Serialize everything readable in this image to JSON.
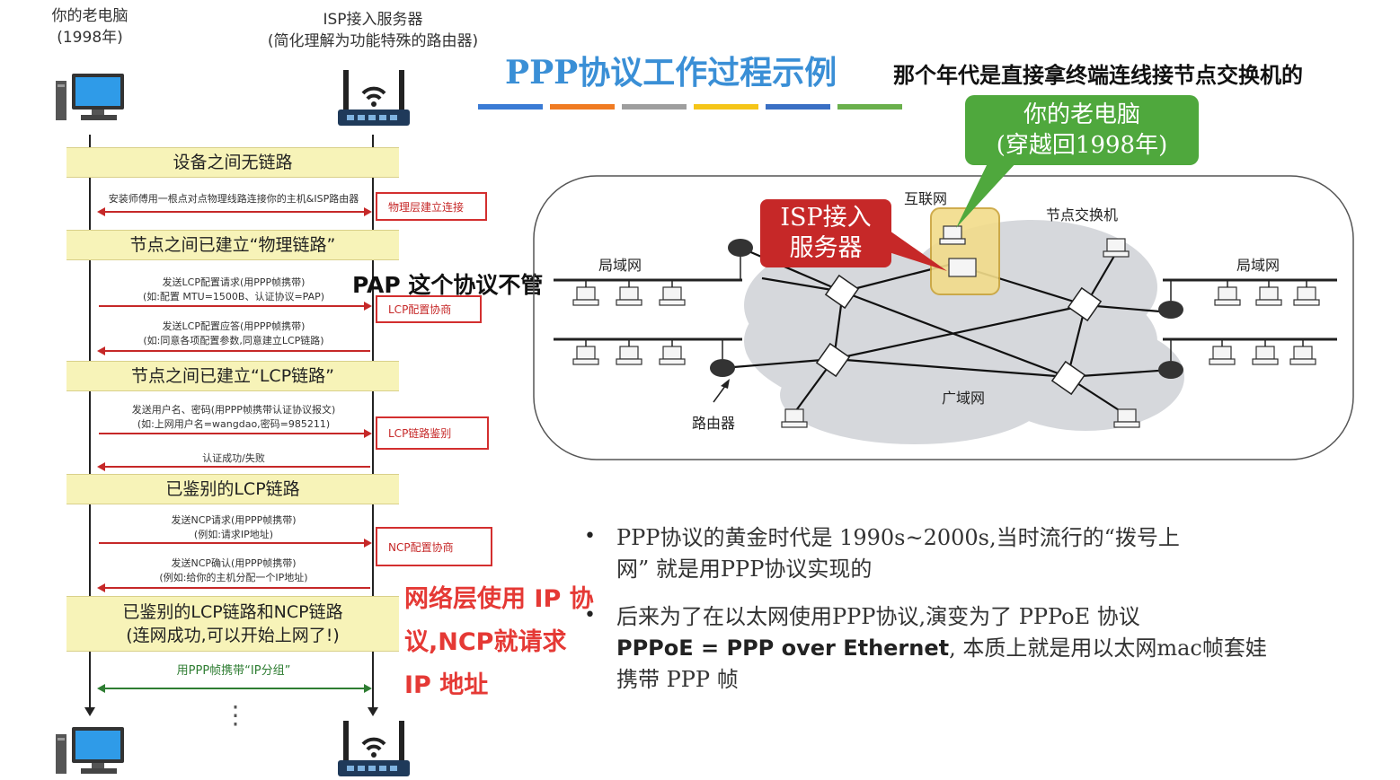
{
  "left_panel": {
    "old_pc_label": "你的老电脑",
    "old_pc_year": "(1998年)",
    "isp_label": "ISP接入服务器",
    "isp_note": "(简化理解为功能特殊的路由器)",
    "phase_no_link": "设备之间无链路",
    "msg_install": "安装师傅用一根点对点物理线路连接你的主机&ISP路由器",
    "tag_physical": "物理层建立连接",
    "phase_physical": "节点之间已建立“物理链路”",
    "msg_lcp_req_1": "发送LCP配置请求(用PPP帧携带)",
    "msg_lcp_req_2": "(如:配置 MTU=1500B、认证协议=PAP)",
    "tag_lcp_negotiation": "LCP配置协商",
    "msg_lcp_ack_1": "发送LCP配置应答(用PPP帧携带)",
    "msg_lcp_ack_2": "(如:同意各项配置参数,同意建立LCP链路)",
    "phase_lcp": "节点之间已建立“LCP链路”",
    "msg_auth_1": "发送用户名、密码(用PPP帧携带认证协议报文)",
    "msg_auth_2": "(如:上网用户名=wangdao,密码=985211)",
    "tag_lcp_auth": "LCP链路鉴别",
    "msg_auth_result": "认证成功/失败",
    "phase_authed": "已鉴别的LCP链路",
    "msg_ncp_req_1": "发送NCP请求(用PPP帧携带)",
    "msg_ncp_req_2": "(例如:请求IP地址)",
    "tag_ncp": "NCP配置协商",
    "msg_ncp_ack_1": "发送NCP确认(用PPP帧携带)",
    "msg_ncp_ack_2": "(例如:给你的主机分配一个IP地址)",
    "phase_final_1": "已鉴别的LCP链路和NCP链路",
    "phase_final_2": "(连网成功,可以开始上网了!)",
    "msg_ip": "用PPP帧携带“IP分组”",
    "ellipsis": "⋮"
  },
  "annotations": {
    "pap_note": "PAP 这个协议不管",
    "ncp_note_1": "网络层使用 IP 协",
    "ncp_note_2": "议,NCP就请求",
    "ncp_note_3": "IP 地址",
    "era_note": "那个年代是直接拿终端连线接节点交换机的"
  },
  "slide": {
    "title": "PPP协议工作过程示例",
    "accent_bar_colors": [
      "#3a7bd5",
      "#f07b22",
      "#9e9e9e",
      "#f5c518",
      "#3a6fc4",
      "#6ab04c"
    ],
    "callout_isp_1": "ISP接入",
    "callout_isp_2": "服务器",
    "callout_pc_1": "你的老电脑",
    "callout_pc_2": "(穿越回1998年)",
    "net_internet": "互联网",
    "net_switch": "节点交换机",
    "net_lan_left": "局域网",
    "net_lan_right": "局域网",
    "net_wan": "广域网",
    "net_router": "路由器",
    "bullet_1_a": "PPP协议的黄金时代是 1990s~2000s,当时流行的“拨号上",
    "bullet_1_b": "网” 就是用PPP协议实现的",
    "bullet_2_a": "后来为了在以太网使用PPP协议,演变为了 PPPoE 协议",
    "bullet_2_b_bold": "PPPoE = PPP over Ethernet",
    "bullet_2_b_rest": ", 本质上就是用以太网mac帧套娃",
    "bullet_2_c": "携带 PPP 帧"
  },
  "colors": {
    "phase_bg": "#f7f3b8",
    "arrow_red": "#c62828",
    "arrow_green": "#2e7d32",
    "title_blue": "#3a8fd6",
    "callout_green": "#4fa83d",
    "callout_red": "#c62828",
    "note_red": "#e53935"
  }
}
